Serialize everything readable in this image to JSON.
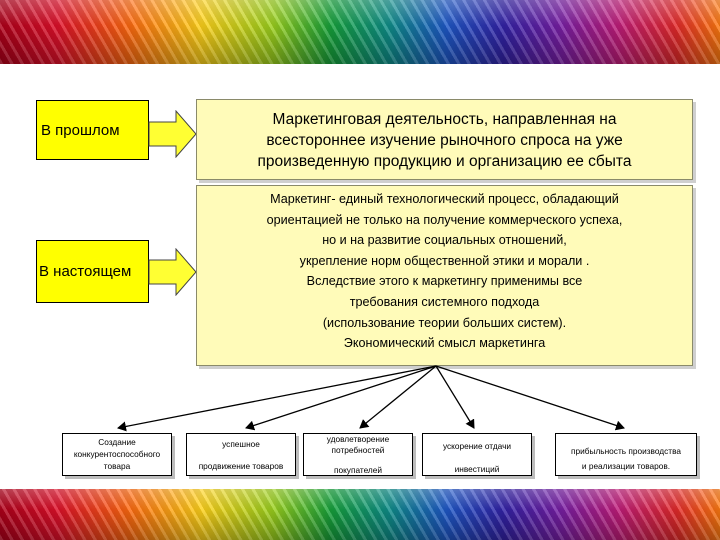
{
  "labels": {
    "past": "В прошлом",
    "present": "В настоящем"
  },
  "past_text": [
    "Маркетинговая деятельность, направленная на",
    "всестороннее изучение рыночного спроса на уже",
    "произведенную продукцию и организацию ее сбыта"
  ],
  "present_text": [
    "Маркетинг- единый технологический процесс, обладающий",
    "ориентацией не только на получение  коммерческого успеха,",
    "но и на развитие социальных отношений,",
    "укрепление норм общественной этики и морали .",
    "Вследствие этого к маркетингу применимы все",
    "требования системного подхода",
    "(использование теории больших систем).",
    "Экономический смысл маркетинга"
  ],
  "boxes": {
    "b1": [
      "Создание",
      "конкурентоспособного",
      "товара"
    ],
    "b2": [
      "успешное",
      "продвижение товаров"
    ],
    "b3": [
      "удовлетворение",
      "потребностей",
      "покупателей"
    ],
    "b4": [
      "ускорение отдачи",
      "инвестиций"
    ],
    "b5": [
      "прибыльность производства",
      "и реализации товаров."
    ]
  }
}
